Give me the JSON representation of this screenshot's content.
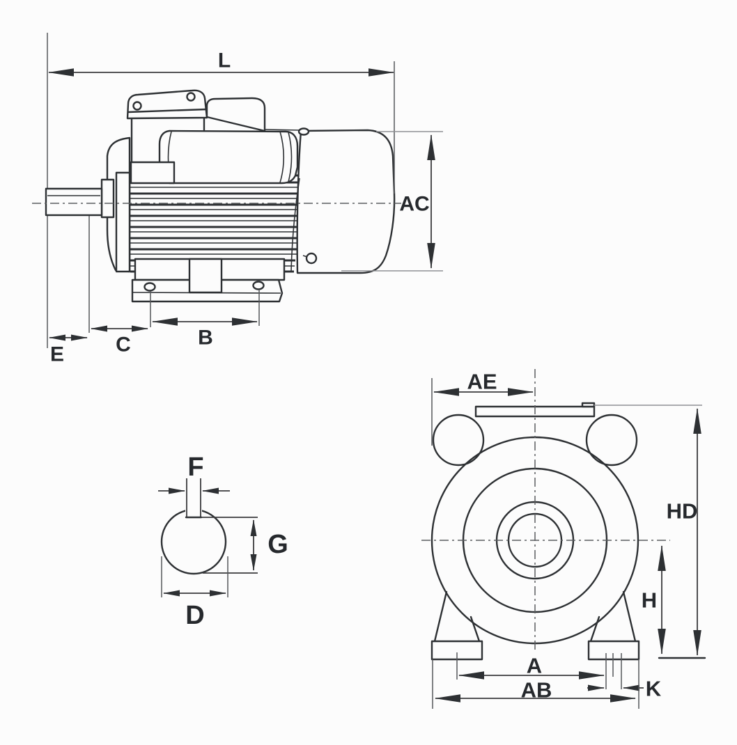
{
  "colors": {
    "background": "#fcfcfc",
    "ink": "#2d3033",
    "dimension_line": "#3a3a3d",
    "reference_tick": "#8f9093",
    "label_text": "#26292d"
  },
  "side_view": {
    "labels": {
      "l": "L",
      "ac": "AC",
      "e": "E",
      "c": "C",
      "b": "B"
    }
  },
  "shaft_section": {
    "labels": {
      "f": "F",
      "g": "G",
      "d": "D"
    }
  },
  "front_view": {
    "labels": {
      "ae": "AE",
      "hd": "HD",
      "h": "H",
      "a": "A",
      "ab": "AB",
      "k": "K"
    }
  }
}
